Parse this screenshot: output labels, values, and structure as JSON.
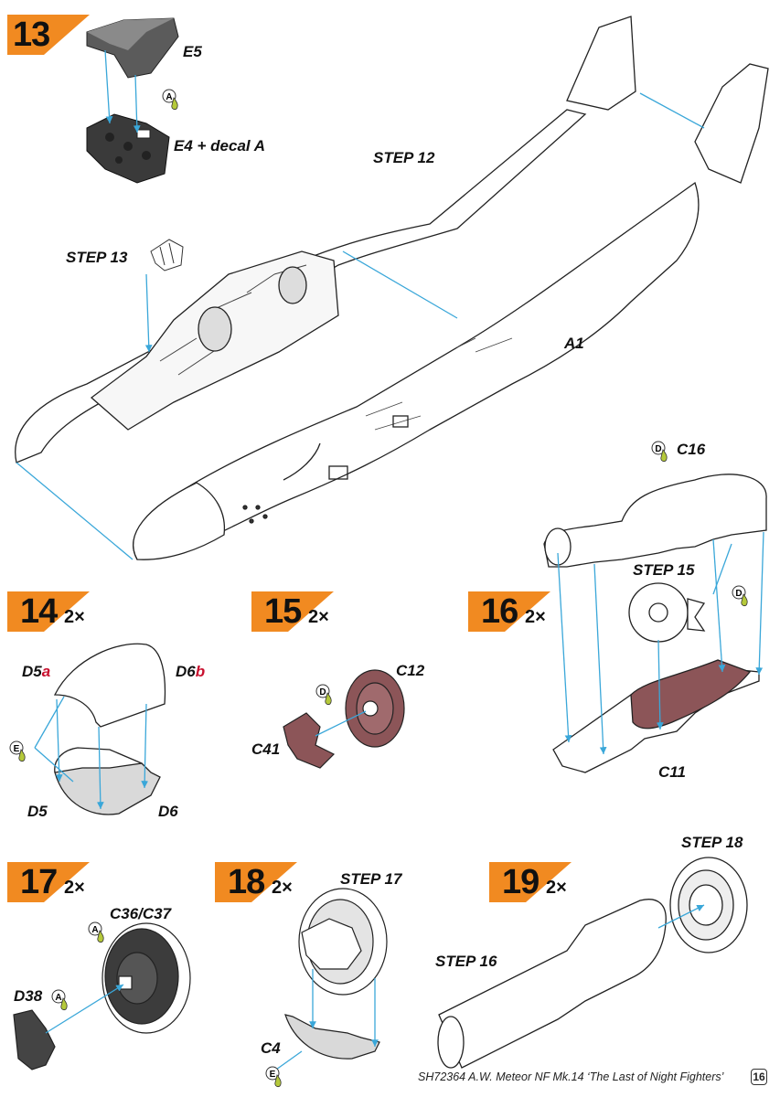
{
  "steps": [
    {
      "number": "13",
      "multiplier": ""
    },
    {
      "number": "14",
      "multiplier": "2×"
    },
    {
      "number": "15",
      "multiplier": "2×"
    },
    {
      "number": "16",
      "multiplier": "2×"
    },
    {
      "number": "17",
      "multiplier": "2×"
    },
    {
      "number": "18",
      "multiplier": "2×"
    },
    {
      "number": "19",
      "multiplier": "2×"
    }
  ],
  "labels": {
    "e5": "E5",
    "e4_decal": "E4 + decal A",
    "step12": "STEP 12",
    "step13": "STEP 13",
    "a1": "A1",
    "c16": "C16",
    "step15": "STEP 15",
    "c11": "C11",
    "d5_base": "D5",
    "d5_suffix": "a",
    "d6_base": "D6",
    "d6_suffix": "b",
    "d5": "D5",
    "d6": "D6",
    "c12": "C12",
    "c41": "C41",
    "c36_c37": "C36/C37",
    "d38": "D38",
    "step17": "STEP 17",
    "c4": "C4",
    "step18": "STEP 18",
    "step16": "STEP 16"
  },
  "paint_codes": {
    "a": "A",
    "d": "D",
    "e": "E"
  },
  "colors": {
    "step_flag": "#f18a21",
    "guide_line": "#3aa7d9",
    "paint_drop": "#b5c93a",
    "part_dark": "#3c3c3c",
    "part_red_brown": "#8c5558",
    "part_light_grey": "#d9d9d9"
  },
  "footer": {
    "text": "SH72364  A.W. Meteor NF Mk.14 ‘The Last of Night Fighters’",
    "page": "16"
  }
}
